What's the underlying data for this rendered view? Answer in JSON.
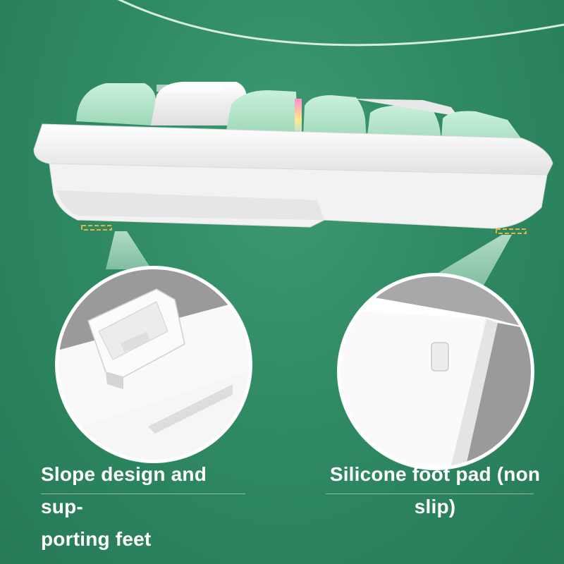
{
  "features": {
    "left": {
      "line1": "Slope design and sup-",
      "line2": "porting feet"
    },
    "right": {
      "line1": "Silicone foot pad (non",
      "line2": "slip)"
    }
  },
  "colors": {
    "background": "#2f8a63",
    "keycap_mint": "#b6e6cc",
    "keycap_white": "#f3f3f3",
    "case": "#f5f5f5",
    "marker": "#e0b640"
  }
}
